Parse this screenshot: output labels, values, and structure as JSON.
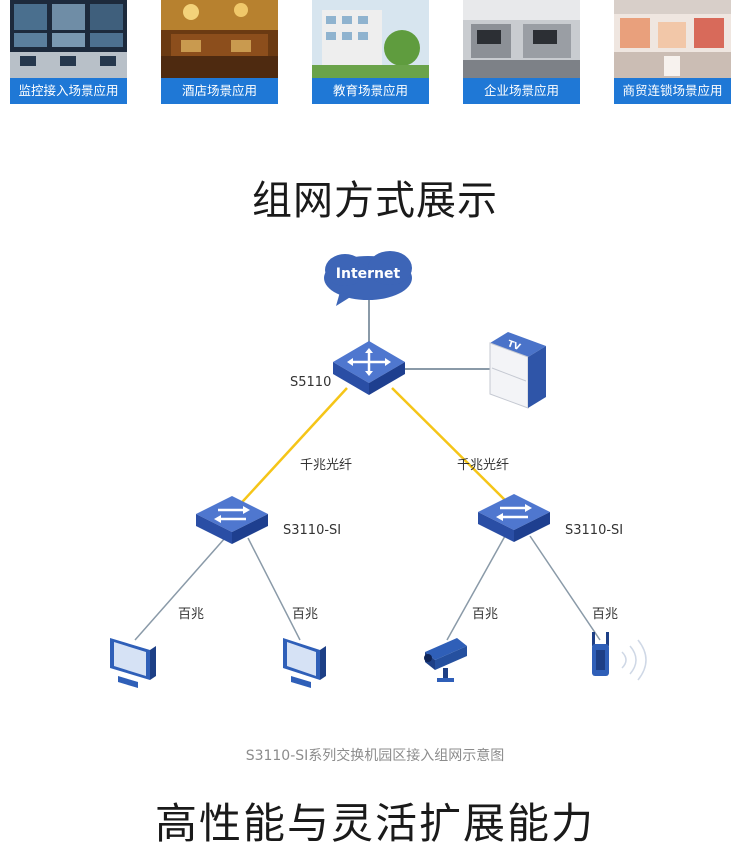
{
  "scenes": [
    {
      "label": "监控接入场景应用"
    },
    {
      "label": "酒店场景应用"
    },
    {
      "label": "教育场景应用"
    },
    {
      "label": "企业场景应用"
    },
    {
      "label": "商贸连锁场景应用"
    }
  ],
  "section_title": "组网方式展示",
  "diagram": {
    "internet_label": "Internet",
    "tv_label": "TV",
    "core_switch": "S5110",
    "access_switch_left": "S3110-SI",
    "access_switch_right": "S3110-SI",
    "uplink_left": "千兆光纤",
    "uplink_right": "千兆光纤",
    "downlinks": [
      "百兆",
      "百兆",
      "百兆",
      "百兆"
    ],
    "caption": "S3110-SI系列交换机园区接入组网示意图",
    "colors": {
      "fiber": "#f5c518",
      "link": "#8a9aa8",
      "switch": "#2b55b3",
      "device": "#2f5fb8"
    }
  },
  "footer_title": "高性能与灵活扩展能力"
}
